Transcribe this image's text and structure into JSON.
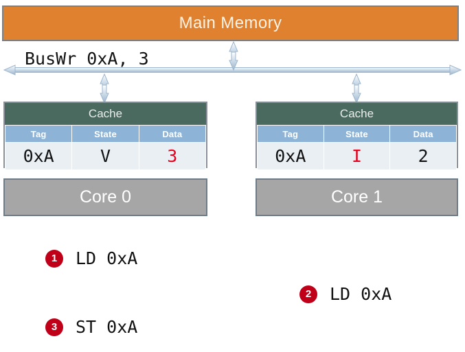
{
  "diagram": {
    "title": "Cache coherence bus write diagram",
    "main_memory": {
      "label": "Main Memory",
      "color": "#e0812f"
    },
    "bus": {
      "label": "BusWr 0xA, 3",
      "color": "#b9cfe3"
    },
    "caches": [
      {
        "title": "Cache",
        "headers": [
          "Tag",
          "State",
          "Data"
        ],
        "row": {
          "tag": "0xA",
          "state": "V",
          "data": "3"
        },
        "highlight": "data",
        "highlight_color": "#e8001c"
      },
      {
        "title": "Cache",
        "headers": [
          "Tag",
          "State",
          "Data"
        ],
        "row": {
          "tag": "0xA",
          "state": "I",
          "data": "2"
        },
        "highlight": "state",
        "highlight_color": "#e8001c"
      }
    ],
    "cores": [
      {
        "label": "Core 0"
      },
      {
        "label": "Core 1"
      }
    ],
    "steps": [
      {
        "number": "1",
        "text": "LD 0xA"
      },
      {
        "number": "2",
        "text": "LD 0xA"
      },
      {
        "number": "3",
        "text": "ST 0xA"
      }
    ],
    "badge_color": "#c00018"
  }
}
